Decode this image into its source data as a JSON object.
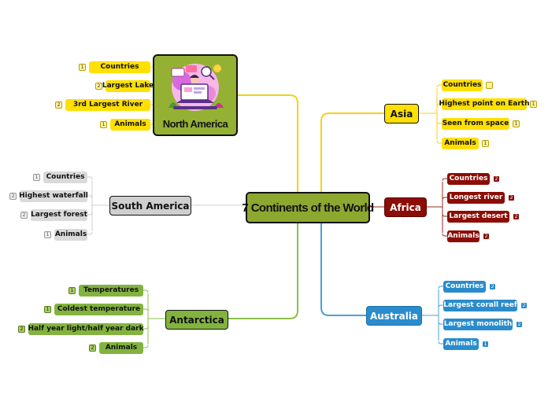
{
  "central": {
    "label": "7 Continents of the World"
  },
  "colors": {
    "yellow": "#ffe000",
    "red": "#8b0d05",
    "blue": "#2a8ccc",
    "green": "#83b33f",
    "gray": "#cfcfcf",
    "olive": "#8ea72f"
  },
  "branches": [
    {
      "id": "north-america",
      "label": "North America",
      "style": "image",
      "illustration": "person-at-laptop-with-icons",
      "children": [
        {
          "label": "Countries",
          "badge": "1"
        },
        {
          "label": "Largest Lake",
          "badge": "2"
        },
        {
          "label": "3rd Largest River",
          "badge": "2"
        },
        {
          "label": "Animals",
          "badge": "1"
        }
      ]
    },
    {
      "id": "south-america",
      "label": "South America",
      "style": "gray",
      "children": [
        {
          "label": "Countries",
          "badge": "1"
        },
        {
          "label": "Highest waterfall",
          "badge": "2"
        },
        {
          "label": "Largest forest",
          "badge": "2"
        },
        {
          "label": "Animals",
          "badge": "1"
        }
      ]
    },
    {
      "id": "antarctica",
      "label": "Antarctica",
      "style": "green",
      "children": [
        {
          "label": "Temperatures",
          "badge": "1"
        },
        {
          "label": "Coldest temperature",
          "badge": "1"
        },
        {
          "label": "Half year light/half year dark",
          "badge": "2"
        },
        {
          "label": "Animals",
          "badge": "2"
        }
      ]
    },
    {
      "id": "asia",
      "label": "Asia",
      "style": "yellow",
      "children": [
        {
          "label": "Countries",
          "badge": ""
        },
        {
          "label": "Highest point on Earth",
          "badge": "1"
        },
        {
          "label": "Seen from space",
          "badge": "1"
        },
        {
          "label": "Animals",
          "badge": "1"
        }
      ]
    },
    {
      "id": "africa",
      "label": "Africa",
      "style": "red",
      "children": [
        {
          "label": "Countries",
          "badge": "2"
        },
        {
          "label": "Longest river",
          "badge": "2"
        },
        {
          "label": "Largest desert",
          "badge": "2"
        },
        {
          "label": "Animals",
          "badge": "2"
        }
      ]
    },
    {
      "id": "australia",
      "label": "Australia",
      "style": "blue",
      "children": [
        {
          "label": "Countries",
          "badge": "2"
        },
        {
          "label": "Largest corall reef",
          "badge": "2"
        },
        {
          "label": "Largest monolith",
          "badge": "2"
        },
        {
          "label": "Animals",
          "badge": "1"
        }
      ]
    }
  ]
}
